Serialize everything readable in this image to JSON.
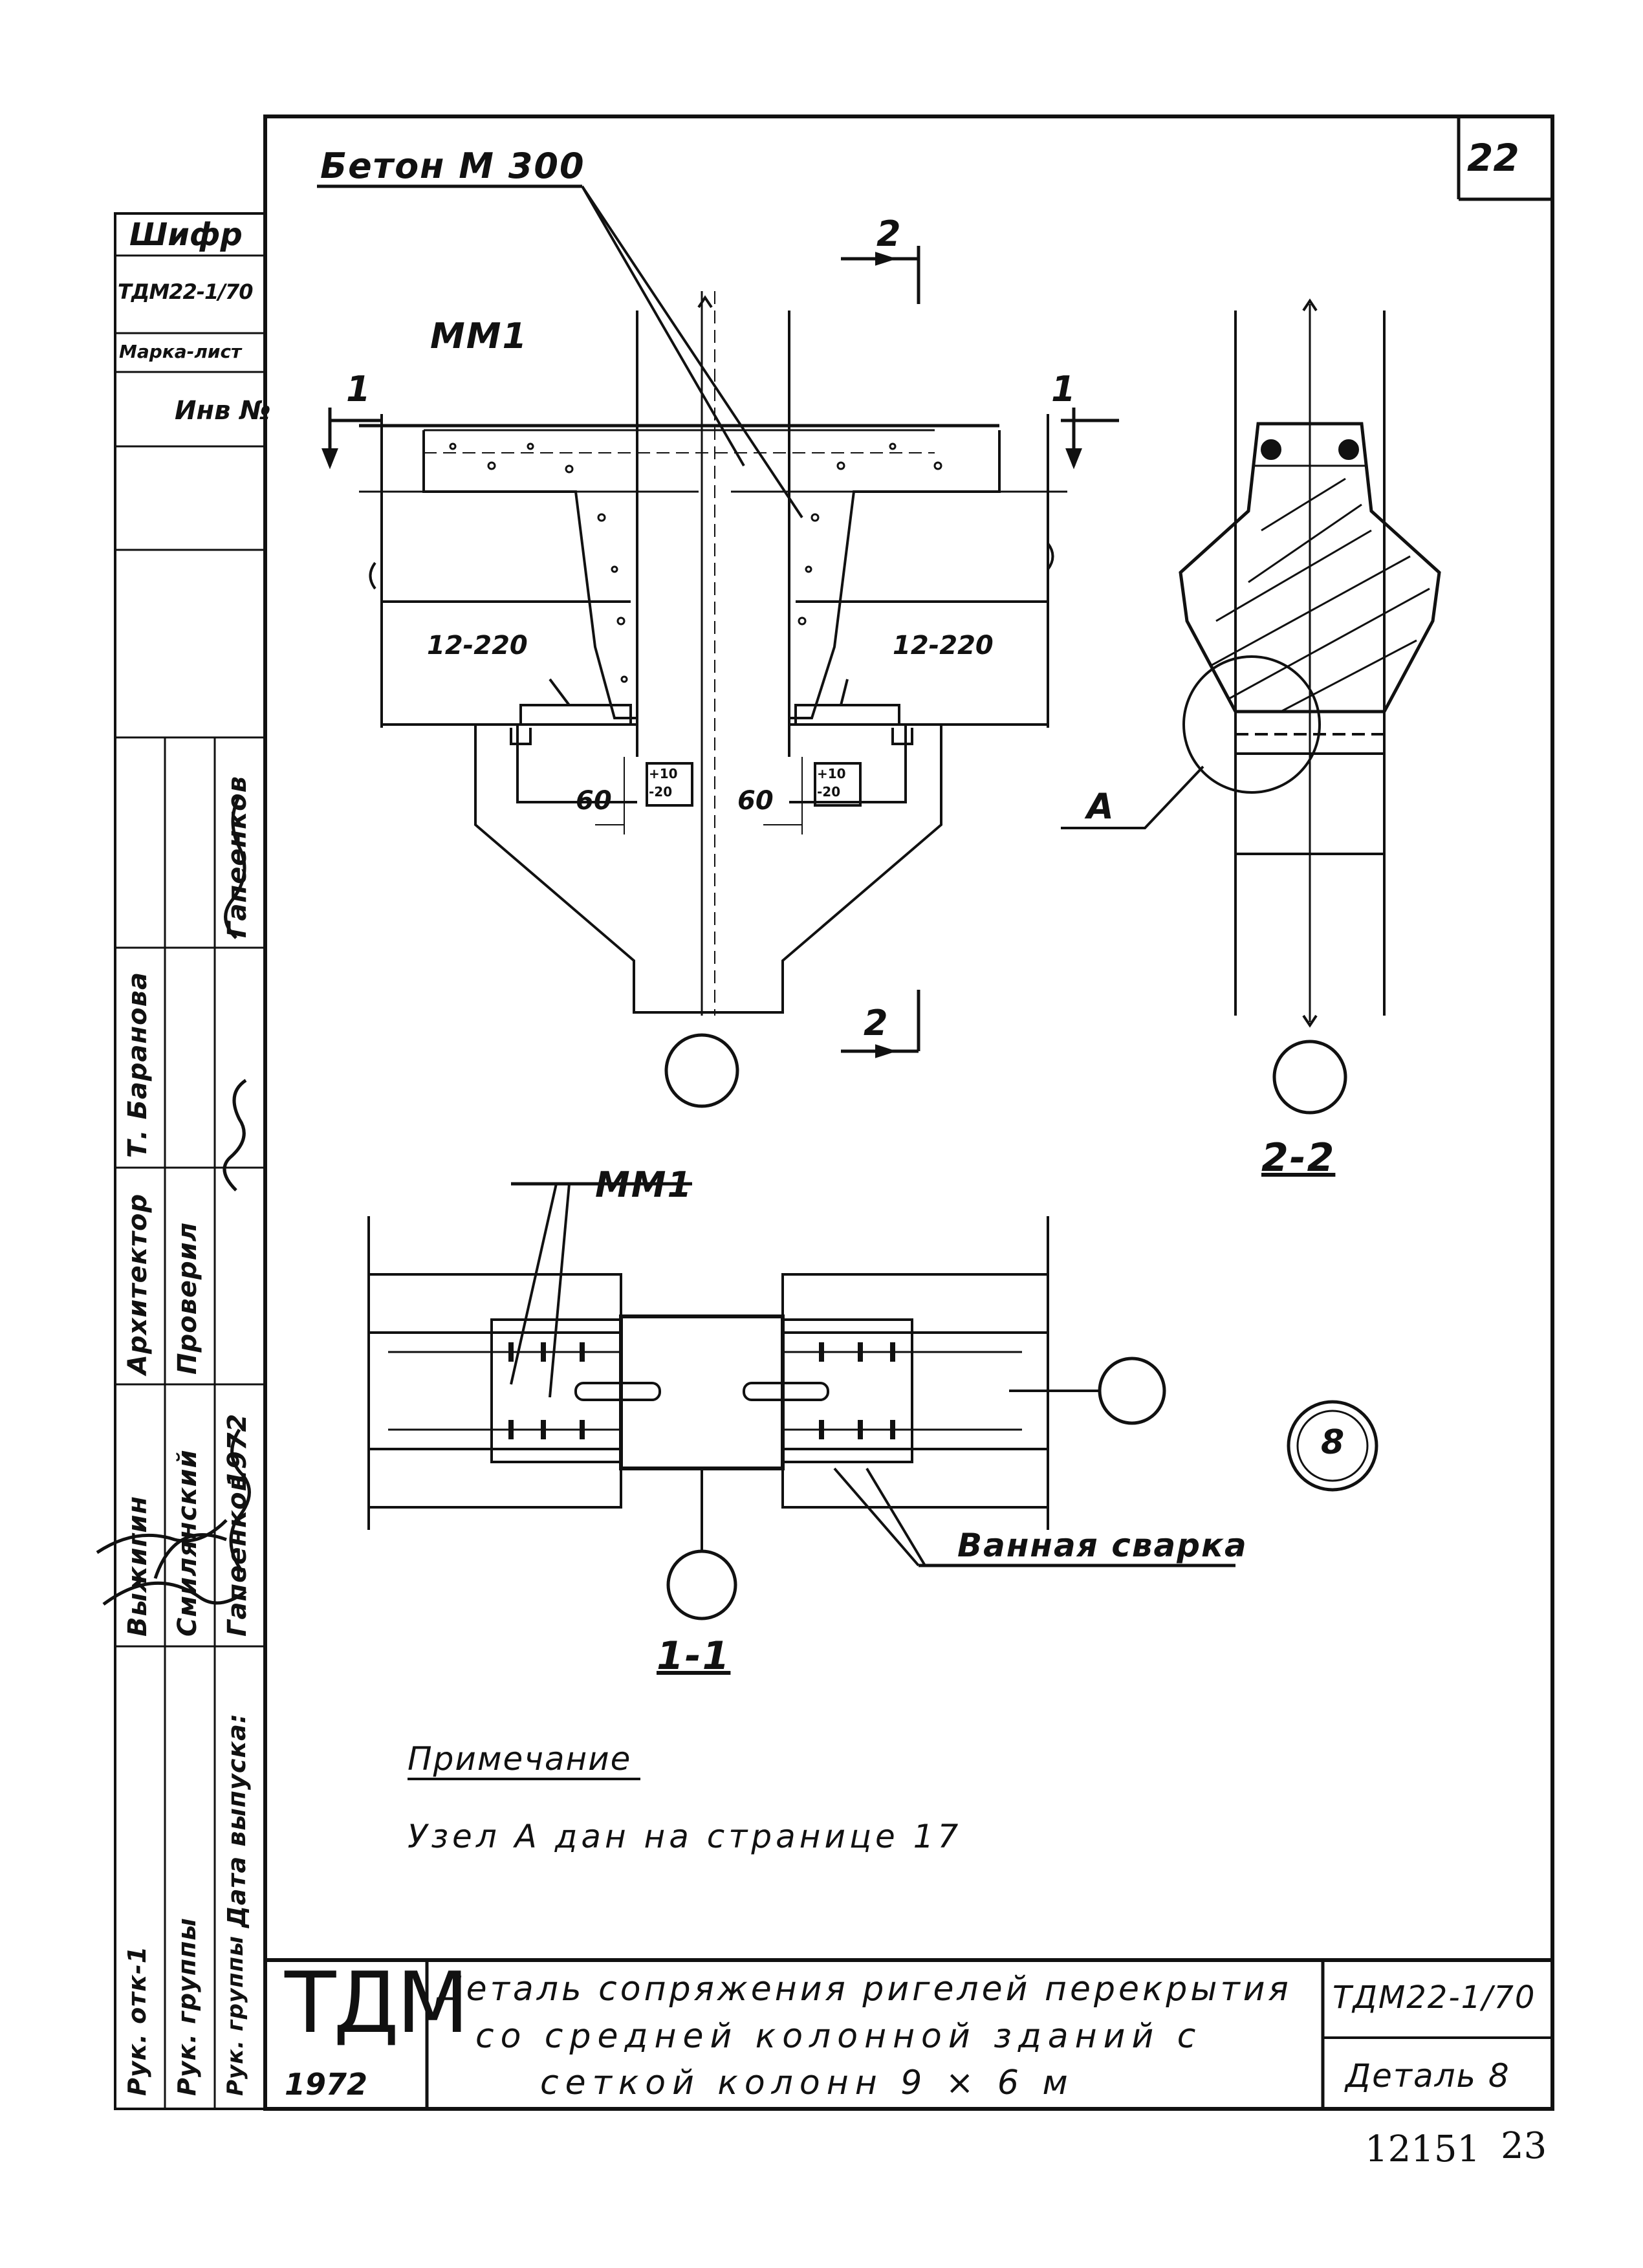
{
  "sheet_number": "22",
  "side_stamp": {
    "cipher_label": "Шифр",
    "cipher_value": "ТДМ22-1/70",
    "mark_sheet_label": "Марка-лист",
    "inv_label": "Инв №"
  },
  "signature_table": {
    "roles": [
      "Рук. отк-1",
      "Рук. группы",
      "Рук. группы",
      "Дата выпуска:"
    ],
    "designer_roles": [
      "Выжигин",
      "Смилянский",
      "Гапеенков",
      "1972"
    ],
    "checker_roles": [
      "Архитектор",
      "Проверил"
    ],
    "checker_names": [
      "Т. Баранова",
      "Гапеенков"
    ]
  },
  "drawing": {
    "top_note": "Бетон М 300",
    "mesh_label_top": "ММ1",
    "mesh_label_plan": "ММ1",
    "bolt_label_left": "12-220",
    "bolt_label_right": "12-220",
    "dim_left": "60",
    "dim_right": "60",
    "tol_left": "+10\n-20",
    "tol_right": "+10\n-20",
    "section_mark_1": "1",
    "section_mark_2": "2",
    "section_label_22": "2-2",
    "section_label_11": "1-1",
    "node_label": "А",
    "weld_label": "Ванная сварка",
    "detail_number": "8"
  },
  "notes": {
    "title": "Примечание",
    "text": "Узел А дан на странице 17"
  },
  "title_block": {
    "logo": "ТДМ",
    "year": "1972",
    "title_line1": "Деталь сопряжения ригелей перекрытия",
    "title_line2": "со средней колонной зданий с",
    "title_line3": "сеткой колонн 9 × 6 м",
    "code": "ТДМ22-1/70",
    "detail": "Деталь 8"
  },
  "footer": {
    "archive_number": "12151",
    "page_number": "23"
  }
}
